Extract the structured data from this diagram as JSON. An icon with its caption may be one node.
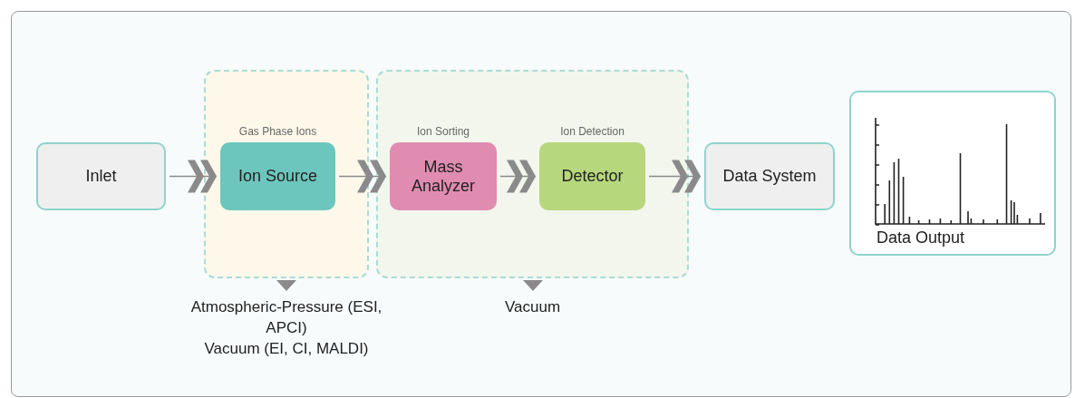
{
  "diagram": {
    "nodes": [
      {
        "text": [
          "Inlet"
        ]
      },
      {
        "text": [],
        "shape": "box",
        "beside": [
          "Atmospheric-Pressure (ESI, APCI)",
          "Vacuum (EI, CI, MALDI)"
        ]
      },
      {
        "text": [
          "Gas Phase Ions",
          "Ion Source"
        ],
        "in": 1
      },
      {
        "text": [],
        "shape": "box",
        "beside": [
          "Vacuum"
        ]
      },
      {
        "text": [
          "Ion Sorting",
          "Mass Analyzer"
        ],
        "in": 3
      },
      {
        "text": [
          "Ion Detection",
          "Detector"
        ],
        "in": 3
      },
      {
        "text": [
          "Data System"
        ]
      },
      {
        "text": [
          "Data Output"
        ]
      }
    ],
    "edges": [
      {
        "from": 0,
        "to": 2,
        "arrow": "to"
      },
      {
        "from": 2,
        "to": 4,
        "arrow": "to"
      },
      {
        "from": 4,
        "to": 5,
        "arrow": "to"
      },
      {
        "from": 5,
        "to": 6,
        "arrow": "to"
      }
    ]
  }
}
